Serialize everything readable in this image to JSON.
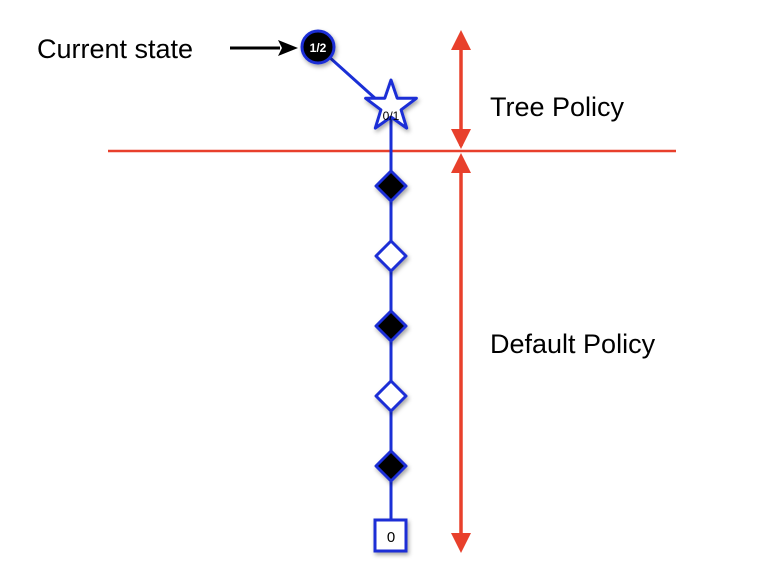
{
  "labels": {
    "current_state": "Current state",
    "tree_policy": "Tree Policy",
    "default_policy": "Default Policy"
  },
  "nodes": {
    "root_value": "1/2",
    "expanded_value": "0/1",
    "terminal_value": "0"
  },
  "colors": {
    "node_stroke": "#1a2fd6",
    "node_dark_fill": "#000000",
    "node_light_fill": "#ffffff",
    "edge": "#1a2fd6",
    "divider": "#e8402c",
    "arrow": "#e8402c",
    "pointer_arrow": "#000000"
  },
  "simulation_chain": [
    {
      "fill": "dark"
    },
    {
      "fill": "light"
    },
    {
      "fill": "dark"
    },
    {
      "fill": "light"
    },
    {
      "fill": "dark"
    }
  ]
}
